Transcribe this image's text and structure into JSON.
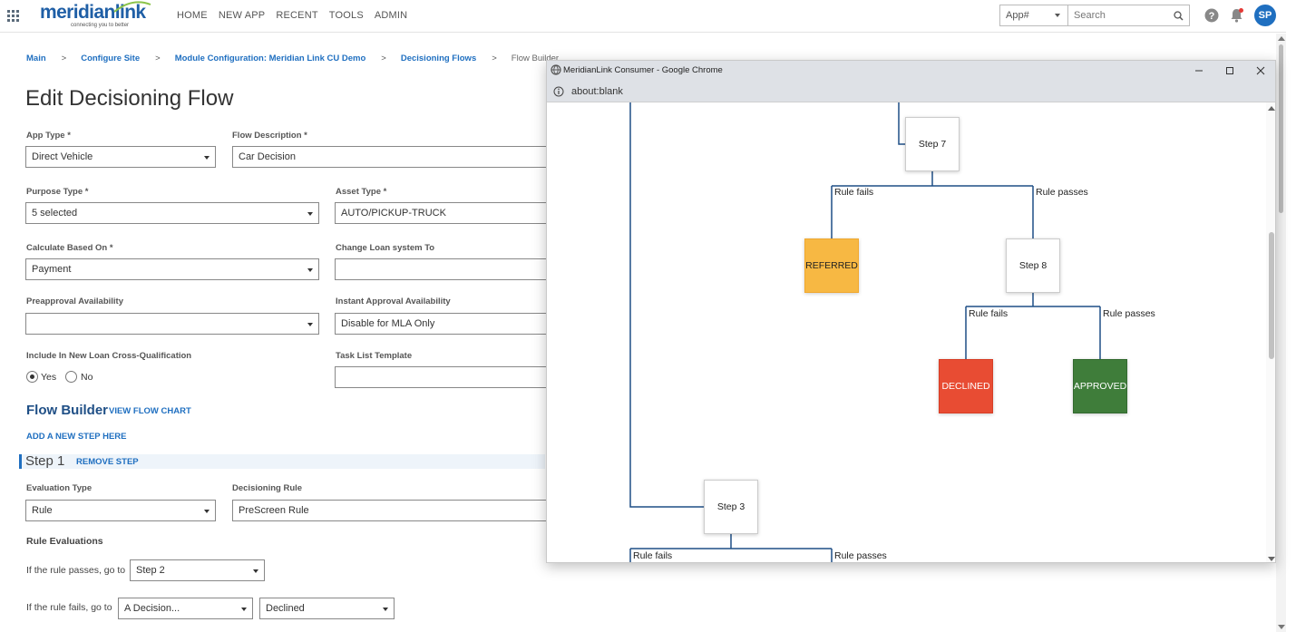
{
  "topnav": {
    "logo_text": "meridianlink",
    "logo_tagline": "connecting you to better",
    "links": [
      "HOME",
      "NEW APP",
      "RECENT",
      "TOOLS",
      "ADMIN"
    ],
    "app_select": "App#",
    "search_placeholder": "Search",
    "avatar": "SP",
    "notification_color": "#e53935"
  },
  "breadcrumb": [
    "Main",
    "Configure Site",
    "Module Configuration: Meridian Link CU Demo",
    "Decisioning Flows",
    "Flow Builder"
  ],
  "breadcrumb_separator": ">",
  "page_title": "Edit Decisioning Flow",
  "form": {
    "app_type": {
      "label": "App Type *",
      "value": "Direct Vehicle"
    },
    "flow_description": {
      "label": "Flow Description *",
      "value": "Car Decision"
    },
    "purpose_type": {
      "label": "Purpose Type *",
      "value": "5 selected"
    },
    "asset_type": {
      "label": "Asset Type *",
      "value": "AUTO/PICKUP-TRUCK"
    },
    "calculate_based_on": {
      "label": "Calculate Based On *",
      "value": "Payment"
    },
    "change_loan_system_to": {
      "label": "Change Loan system To",
      "value": ""
    },
    "preapproval_availability": {
      "label": "Preapproval Availability",
      "value": ""
    },
    "instant_approval_availability": {
      "label": "Instant Approval Availability",
      "value": "Disable for MLA Only"
    },
    "include_cross_qualification": {
      "label": "Include In New Loan Cross-Qualification",
      "options": [
        "Yes",
        "No"
      ],
      "selected": "Yes"
    },
    "task_list_template": {
      "label": "Task List Template",
      "value": ""
    }
  },
  "flow_builder": {
    "title": "Flow Builder",
    "view_chart_link": "VIEW FLOW CHART",
    "add_step_link": "ADD A NEW STEP HERE",
    "step": {
      "title": "Step 1",
      "remove_link": "REMOVE STEP",
      "evaluation_type": {
        "label": "Evaluation Type",
        "value": "Rule"
      },
      "decisioning_rule": {
        "label": "Decisioning Rule",
        "value": "PreScreen Rule"
      },
      "rule_evaluations_title": "Rule Evaluations",
      "passes_text": "If the rule passes, go to",
      "passes_value": "Step 2",
      "fails_text": "If the rule fails, go to",
      "fails_value": "A Decision...",
      "fails_decision": "Declined"
    }
  },
  "popup": {
    "window_title": "MeridianLink Consumer - Google Chrome",
    "url": "about:blank",
    "nodes": {
      "step7": "Step 7",
      "referred": "REFERRED",
      "step8": "Step 8",
      "declined": "DECLINED",
      "approved": "APPROVED",
      "step3": "Step 3"
    },
    "edge_labels": {
      "fails_1": "Rule fails",
      "passes_1": "Rule passes",
      "fails_2": "Rule fails",
      "passes_2": "Rule passes",
      "fails_3": "Rule fails",
      "passes_3": "Rule passes"
    },
    "colors": {
      "referred": "#f7b843",
      "declined": "#e84c33",
      "approved": "#3f7d3a",
      "connector": "#1f4f86"
    }
  }
}
